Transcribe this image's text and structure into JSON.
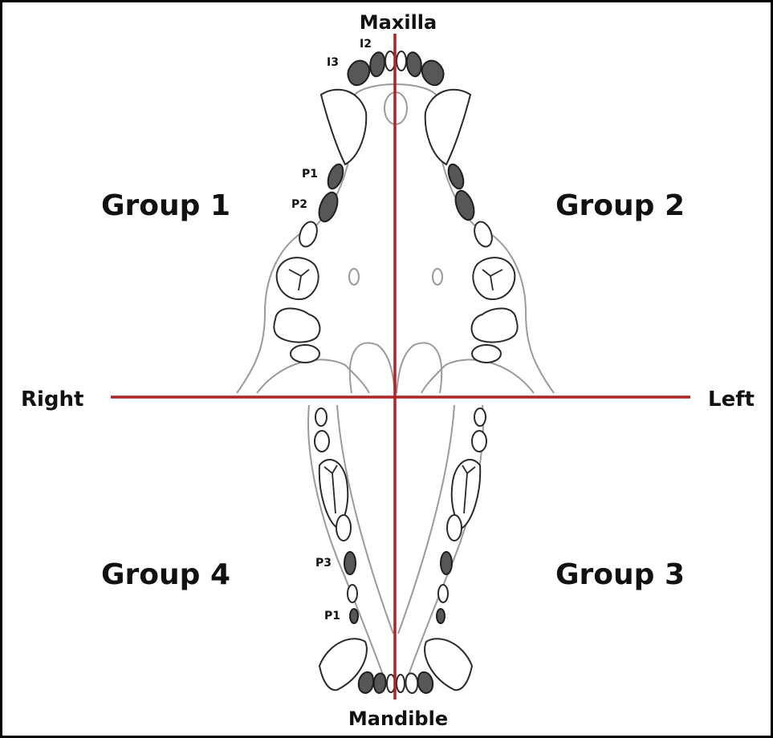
{
  "frame": {
    "border_color": "#000000"
  },
  "axes": {
    "color": "#b22222"
  },
  "jaws": {
    "top": "Maxilla",
    "bottom": "Mandible"
  },
  "sides": {
    "left_of_page": "Right",
    "right_of_page": "Left"
  },
  "groups": {
    "upper_right": "Group 1",
    "upper_left": "Group 2",
    "lower_left": "Group 3",
    "lower_right": "Group 4"
  },
  "tooth_labels": {
    "maxilla_I2": "I2",
    "maxilla_I3": "I3",
    "maxilla_P1": "P1",
    "maxilla_P2": "P2",
    "mandible_P3": "P3",
    "mandible_P1": "P1"
  },
  "colors": {
    "highlighted_tooth": "#575757",
    "tooth_outline": "#2a2a2a",
    "skull_outline": "#9a9a9a"
  }
}
